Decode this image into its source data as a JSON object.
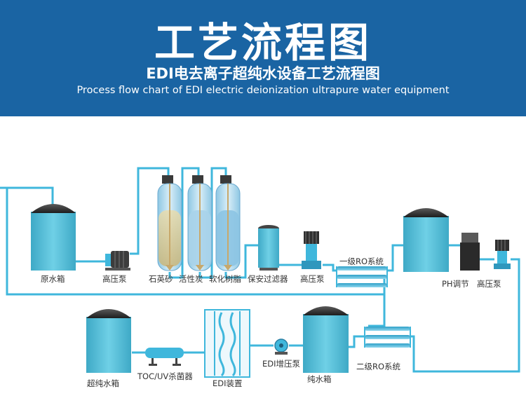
{
  "header": {
    "title": "工艺流程图",
    "subtitle": "EDI电去离子超纯水设备工艺流程图",
    "subtitle_en": "Process flow chart of EDI electric deionization ultrapure water equipment"
  },
  "colors": {
    "header_bg": "#1a64a3",
    "pipe": "#3fb7dc",
    "tank_body": "#56bdd6",
    "tank_top": "#2a2a2a",
    "filter_glass": "#b7dcee",
    "text": "#333333"
  },
  "labels": {
    "raw_tank": "原水箱",
    "pump1": "高压泵",
    "sand": "石英砂",
    "carbon": "活性炭",
    "softener": "软化树脂",
    "security_filter": "保安过滤器",
    "pump2": "高压泵",
    "ro1": "一级RO系统",
    "ph": "PH调节",
    "pump3": "高压泵",
    "ultra_tank": "超纯水箱",
    "uv": "TOC/UV杀菌器",
    "edi": "EDI装置",
    "edi_pump": "EDI增压泵",
    "pure_tank": "纯水箱",
    "ro2": "二级RO系统"
  }
}
